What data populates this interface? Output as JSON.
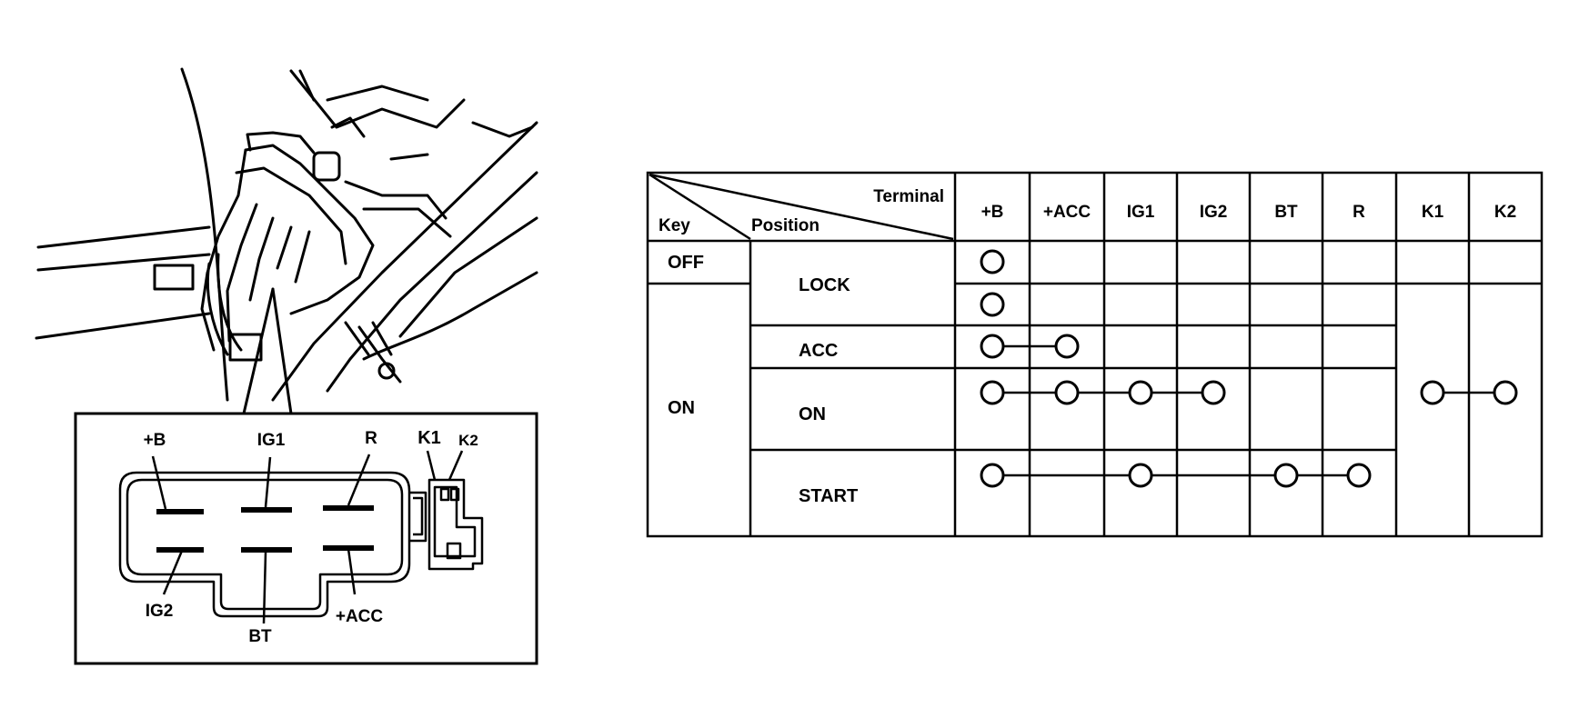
{
  "connector": {
    "labels": {
      "b": "+B",
      "ig1": "IG1",
      "r": "R",
      "k1": "K1",
      "k2": "K2",
      "ig2": "IG2",
      "bt": "BT",
      "acc": "+ACC"
    }
  },
  "table": {
    "corner": {
      "terminal": "Terminal",
      "key": "Key",
      "position": "Position"
    },
    "columns": [
      "+B",
      "+ACC",
      "IG1",
      "IG2",
      "BT",
      "R",
      "K1",
      "K2"
    ],
    "key_states": [
      "OFF",
      "ON"
    ],
    "positions": [
      "LOCK",
      "ACC",
      "ON",
      "START"
    ],
    "continuity": {
      "off_lock": [
        "+B"
      ],
      "on_lock": [
        "+B"
      ],
      "acc": [
        "+B",
        "+ACC"
      ],
      "on": [
        "+B",
        "+ACC",
        "IG1",
        "IG2"
      ],
      "start": [
        "+B",
        "IG1",
        "BT",
        "R"
      ],
      "key_in": [
        "K1",
        "K2"
      ]
    }
  }
}
